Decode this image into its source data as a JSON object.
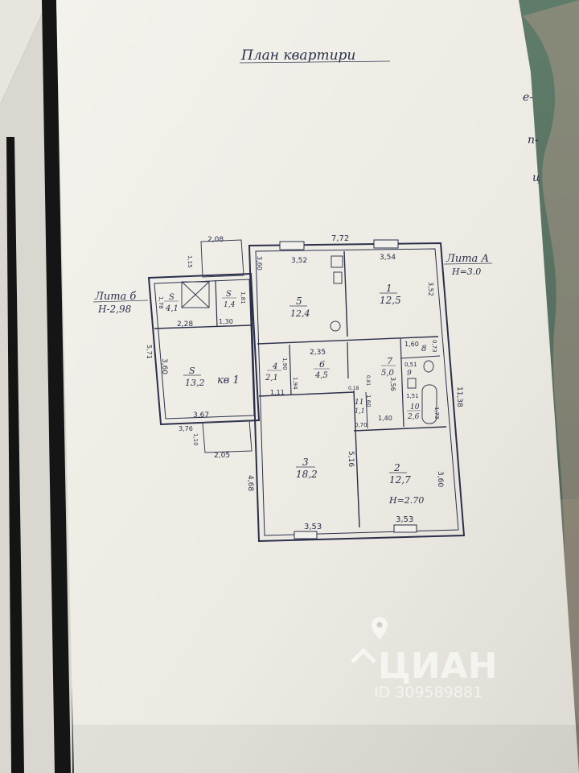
{
  "document": {
    "title": "План квартири",
    "apartment_label": "кв 1",
    "lita_a": {
      "name": "Лита А",
      "height": "Н=3.0"
    },
    "lita_b": {
      "name": "Лита б",
      "height": "Н-2,98"
    },
    "room_height": "Н=2.70"
  },
  "rooms": [
    {
      "num": "1",
      "area": "12,5"
    },
    {
      "num": "2",
      "area": "12,7"
    },
    {
      "num": "3",
      "area": "18,2"
    },
    {
      "num": "4",
      "area": "2,1"
    },
    {
      "num": "5",
      "area": "12,4"
    },
    {
      "num": "6",
      "area": "4,5"
    },
    {
      "num": "7",
      "area": "5,0"
    },
    {
      "num": "8",
      "area": ""
    },
    {
      "num": "9",
      "area": ""
    },
    {
      "num": "10",
      "area": "2,6"
    },
    {
      "num": "11",
      "area": "1,1"
    },
    {
      "num": "S",
      "area": "4,1"
    },
    {
      "num": "S",
      "area": "1,4"
    },
    {
      "num": "S",
      "area": "13,2"
    }
  ],
  "dimensions": {
    "top_total": "7,72",
    "top_left_room": "3,52",
    "top_right_room": "3,54",
    "right_total": "11,38",
    "right_room1": "3,52",
    "bottom_left": "3,53",
    "bottom_right": "3,53",
    "room2_right": "3,60",
    "room3_right": "5,16",
    "left_lower": "4,68",
    "room5_left": "3,60",
    "corridor_width": "2,35",
    "room4_w": "1,90",
    "room4_h": "1,94",
    "room4_bottom": "1,11",
    "room7_h": "3,56",
    "room8_w": "1,60",
    "room8_h": "0,73",
    "room9_w": "0,51",
    "room9_w2": "1,51",
    "room10_h": "1,73",
    "room10_w": "1,40",
    "room11_h": "1,60",
    "room11_w": "0,70",
    "small_a": "0,18",
    "small_b": "0,81",
    "ext_top": "2,08",
    "ext_top_side": "1,15",
    "ext_left_top": "1,78",
    "ext_s1_w": "2,28",
    "ext_s2_h": "1,81",
    "ext_s2_w": "1,30",
    "ext_left_side": "5,71",
    "ext_room_h": "3,60",
    "ext_room_w": "3,67",
    "ext_bottom_a": "3,76",
    "ext_bottom_side": "1,10",
    "ext_bottom": "2,05"
  },
  "margin_notes": [
    "е-",
    "п-",
    "ц"
  ],
  "watermark": {
    "brand": "ЦИАН",
    "id": "ID 309589881"
  }
}
